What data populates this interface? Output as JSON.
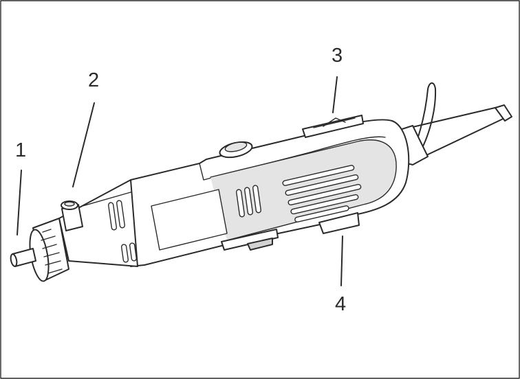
{
  "callouts": [
    {
      "id": "1",
      "label": "1"
    },
    {
      "id": "2",
      "label": "2"
    },
    {
      "id": "3",
      "label": "3"
    },
    {
      "id": "4",
      "label": "4"
    }
  ],
  "colors": {
    "line": "#2a2a2a",
    "body_fill": "#e4e4e4",
    "background": "#ffffff"
  }
}
